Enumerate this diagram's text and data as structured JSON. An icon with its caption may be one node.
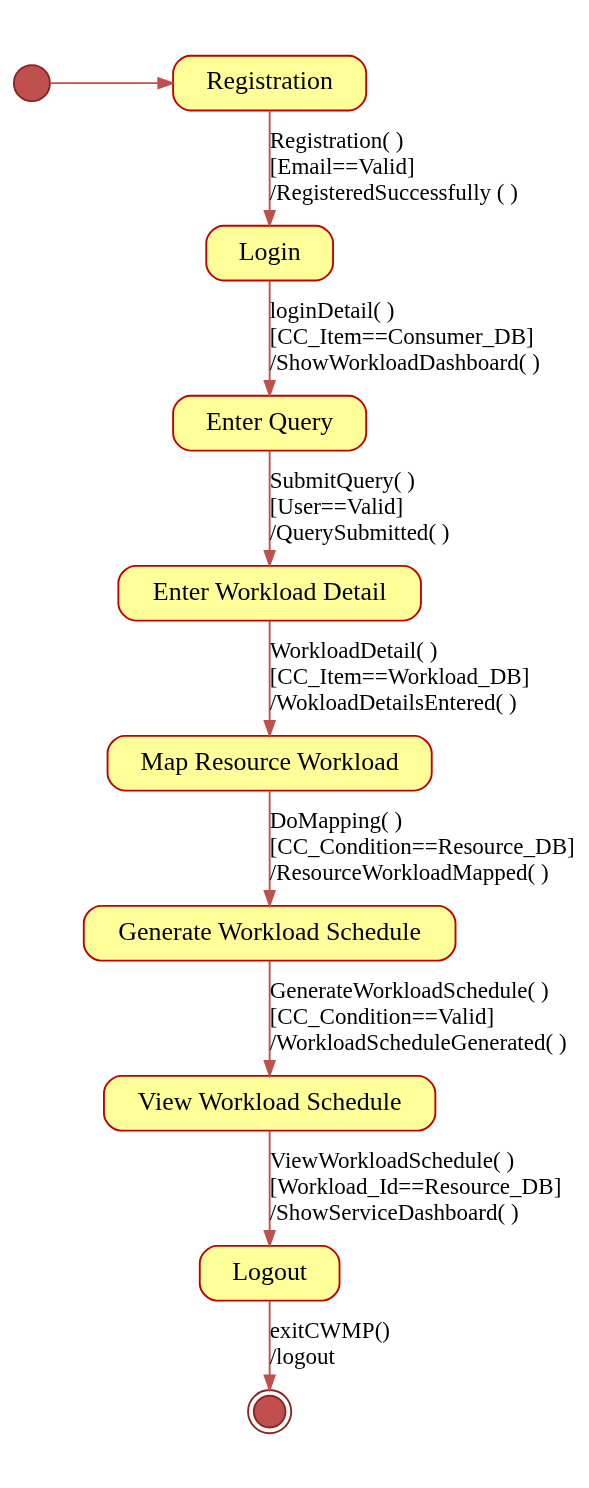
{
  "diagram": {
    "nodes": [
      {
        "text": [],
        "shape": "circle"
      },
      {
        "text": [
          "Registration"
        ]
      },
      {
        "text": [
          "Login"
        ]
      },
      {
        "text": [
          "Enter Query"
        ]
      },
      {
        "text": [
          "Enter Workload Detail"
        ]
      },
      {
        "text": [
          "Map Resource Workload"
        ]
      },
      {
        "text": [
          "Generate Workload Schedule"
        ]
      },
      {
        "text": [
          "View Workload Schedule"
        ]
      },
      {
        "text": [
          "Logout"
        ]
      },
      {
        "text": [],
        "shape": "bullseye"
      }
    ],
    "edges": [
      {
        "from": 0,
        "to": 1,
        "arrow": "to"
      },
      {
        "from": 1,
        "to": 2,
        "arrow": "to",
        "label": "Registration( ) [Email==Valid] /RegisteredSuccessfully ( )"
      },
      {
        "from": 2,
        "to": 3,
        "arrow": "to",
        "label": "loginDetail( ) [CC_Item==Consumer_DB] /ShowWorkloadDashboard( )"
      },
      {
        "from": 3,
        "to": 4,
        "arrow": "to",
        "label": "SubmitQuery( ) [User==Valid] /QuerySubmitted( )"
      },
      {
        "from": 4,
        "to": 5,
        "arrow": "to",
        "label": "WorkloadDetail( ) [CC_Item==Workload_DB] /WokloadDetailsEntered( )"
      },
      {
        "from": 5,
        "to": 6,
        "arrow": "to",
        "label": "DoMapping( ) [CC_Condition==Resource_DB] /ResourceWorkloadMapped( )"
      },
      {
        "from": 6,
        "to": 7,
        "arrow": "to",
        "label": "GenerateWorkloadSchedule( ) [CC_Condition==Valid] /WorkloadScheduleGenerated( )"
      },
      {
        "from": 7,
        "to": 8,
        "arrow": "to",
        "label": "ViewWorkloadSchedule( ) [Workload_Id==Resource_DB] /ShowServiceDashboard( )"
      },
      {
        "from": 8,
        "to": 9,
        "arrow": "to",
        "label": "exitCWMP() /logout"
      }
    ]
  }
}
